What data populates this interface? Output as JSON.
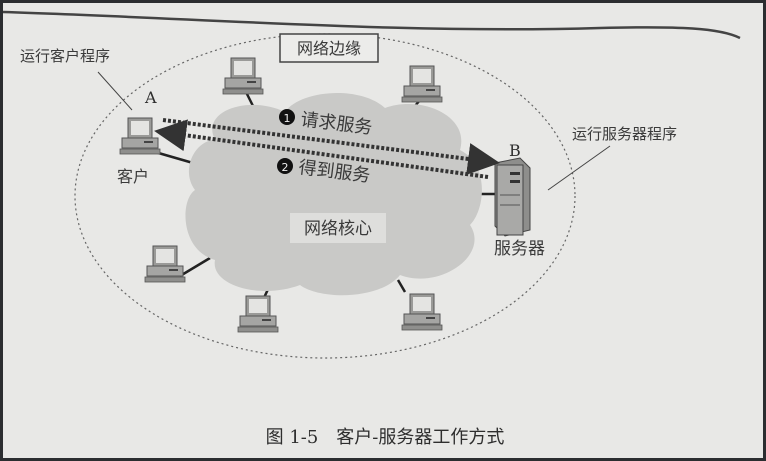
{
  "labels": {
    "edge": "网络边缘",
    "core": "网络核心",
    "client_program": "运行客户程序",
    "server_program": "运行服务器程序",
    "host_a": "A",
    "host_b": "B",
    "client": "客户",
    "server": "服务器",
    "step1_num": "1",
    "step1": "请求服务",
    "step2_num": "2",
    "step2": "得到服务"
  },
  "caption": "图 1-5　客户-服务器工作方式",
  "colors": {
    "paper": "#e8e8e6",
    "cloud": "#c9c9c7",
    "frame": "#2b2d30"
  }
}
